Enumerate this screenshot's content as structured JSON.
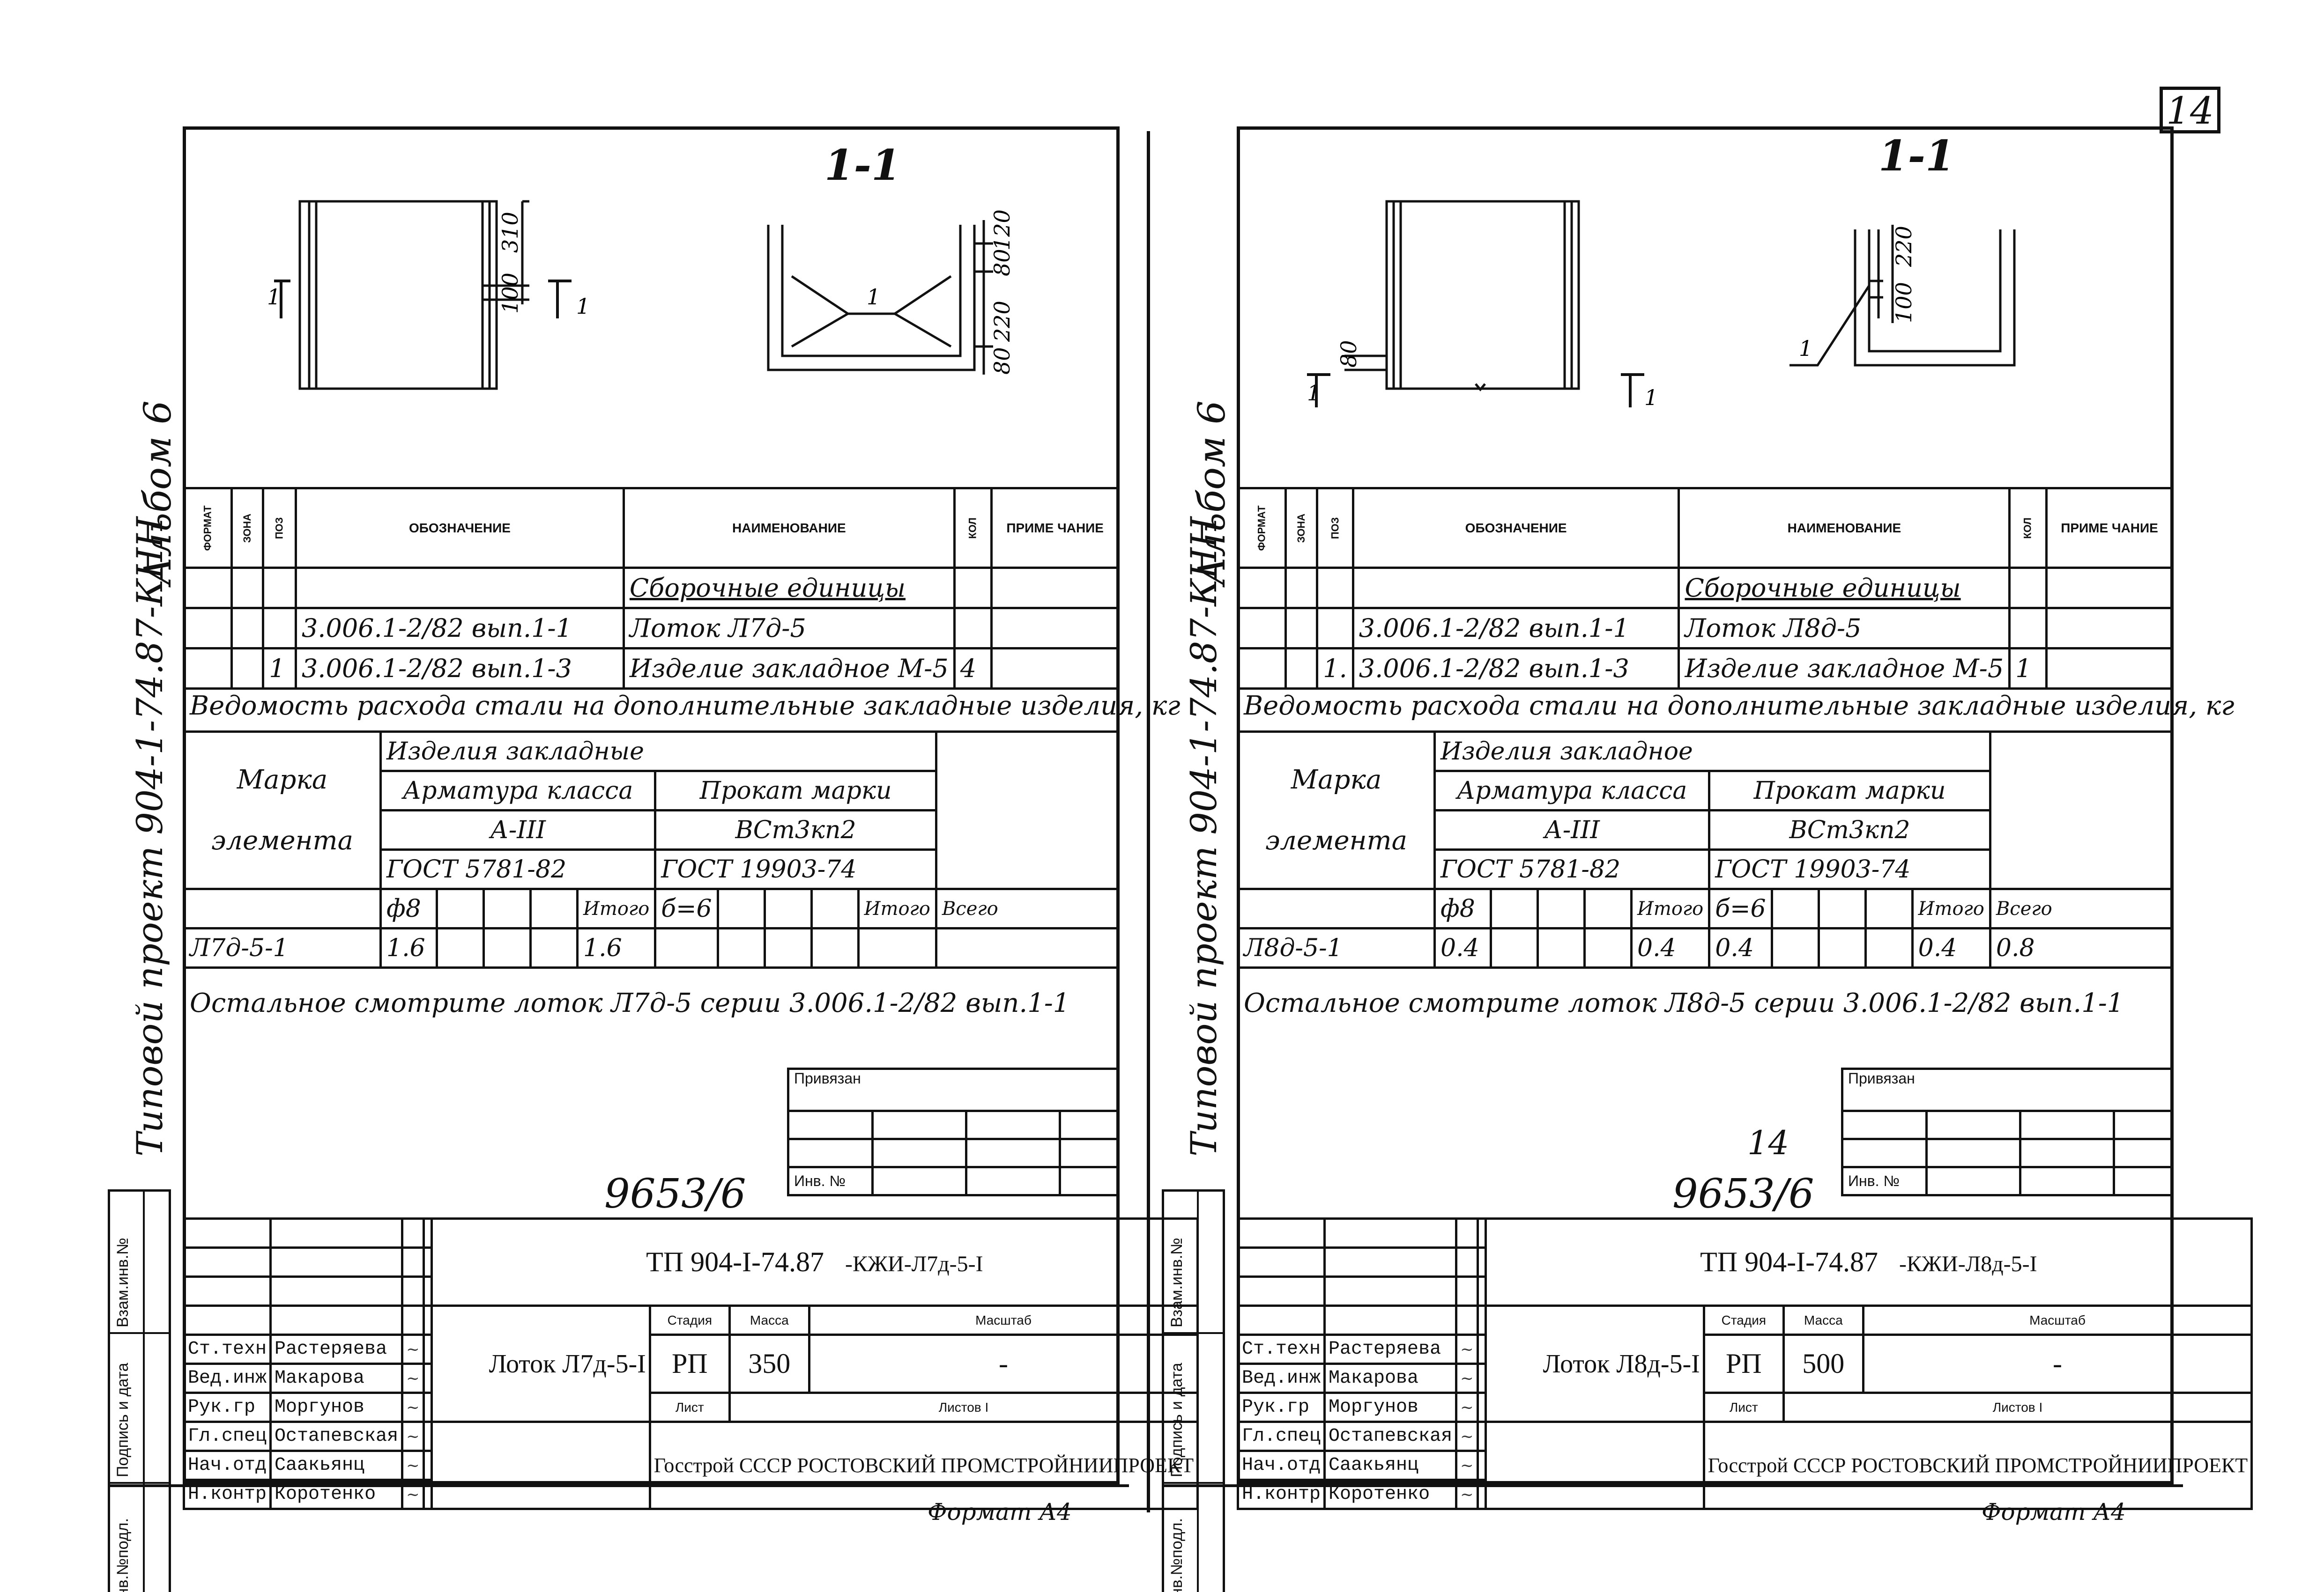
{
  "page_number": "14",
  "sheets": [
    {
      "album": "Альбом 6",
      "project": "Типовой проект 904-1-74.87-КНН",
      "section_label": "1-1",
      "dims": {
        "d1": "310",
        "d2": "100",
        "d3": "80",
        "d4": "120",
        "d5": "220",
        "d6": "80",
        "leader": "1",
        "cut_left": "1",
        "cut_right": "1"
      },
      "spec": {
        "headers": {
          "format": "ФОРМАТ",
          "zone": "ЗОНА",
          "pos": "ПОЗ",
          "designation": "ОБОЗНАЧЕНИЕ",
          "name": "НАИМЕНОВАНИЕ",
          "qty": "КОЛ",
          "note": "ПРИМЕ ЧАНИЕ"
        },
        "rows": [
          {
            "pos": "",
            "designation": "",
            "name": "Сборочные единицы",
            "qty": ""
          },
          {
            "pos": "",
            "designation": "3.006.1-2/82 вып.1-1",
            "name": "Лоток Л7д-5",
            "qty": ""
          },
          {
            "pos": "1",
            "designation": "3.006.1-2/82 вып.1-3",
            "name": "Изделие закладное М-5",
            "qty": "4"
          }
        ]
      },
      "steel": {
        "title": "Ведомость расхода стали на дополнительные закладные изделия, кг",
        "group": "Изделия закладные",
        "mark_header_1": "Марка",
        "mark_header_2": "элемента",
        "rebar_class": "Арматура класса",
        "rebar_grade": "А-III",
        "rebar_gost": "ГОСТ 5781-82",
        "rebar_dia": "ф8",
        "rolled": "Прокат марки",
        "rolled_grade": "ВСт3кп2",
        "rolled_gost": "ГОСТ 19903-74",
        "rolled_thk": "б=6",
        "subtotal": "Итого",
        "total": "Всего",
        "row": {
          "mark": "Л7д-5-1",
          "dia": "1.6",
          "rebar_total": "1.6",
          "thk": "",
          "rolled_total": "",
          "total": ""
        }
      },
      "remark": "Остальное смотрите лоток Л7д-5 серии 3.006.1-2/82 вып.1-1",
      "attached": "Привязан",
      "inv": "Инв. №",
      "archive": "9653/6",
      "archive_top": "",
      "tp": "ТП 904-I-74.87",
      "tp_suffix": "-КЖИ-Л7д-5-I",
      "product": "Лоток Л7д-5-I",
      "stage_lbl": "Стадия",
      "mass_lbl": "Масса",
      "scale_lbl": "Масштаб",
      "stage": "РП",
      "mass": "350",
      "scale": "-",
      "sheet_lbl": "Лист",
      "sheets_lbl": "Листов",
      "sheets_count": "I",
      "org": "Госстрой СССР РОСТОВСКИЙ ПРОМСТРОЙНИИПРОЕКТ",
      "people": [
        {
          "role": "Ст.техн",
          "name": "Растеряева"
        },
        {
          "role": "Вед.инж",
          "name": "Макарова"
        },
        {
          "role": "Рук.гр",
          "name": "Моргунов"
        },
        {
          "role": "Гл.спец",
          "name": "Остапевская"
        },
        {
          "role": "Нач.отд",
          "name": "Саакьянц"
        },
        {
          "role": "Н.контр",
          "name": "Коротенко"
        }
      ],
      "format": "Формат А4",
      "side_labels": {
        "a": "Инв.№подл.",
        "b": "Подпись и дата",
        "c": "Взам.инв.№"
      }
    },
    {
      "album": "Альбом 6",
      "project": "Типовой проект 904-1-74.87-КНН",
      "section_label": "1-1",
      "dims": {
        "d1": "220",
        "d2": "100",
        "d3": "80",
        "d4": "",
        "d5": "",
        "d6": "",
        "leader": "1",
        "cut_left": "1",
        "cut_right": "1"
      },
      "spec": {
        "headers": {
          "format": "ФОРМАТ",
          "zone": "ЗОНА",
          "pos": "ПОЗ",
          "designation": "ОБОЗНАЧЕНИЕ",
          "name": "НАИМЕНОВАНИЕ",
          "qty": "КОЛ",
          "note": "ПРИМЕ ЧАНИЕ"
        },
        "rows": [
          {
            "pos": "",
            "designation": "",
            "name": "Сборочные единицы",
            "qty": ""
          },
          {
            "pos": "",
            "designation": "3.006.1-2/82 вып.1-1",
            "name": "Лоток Л8д-5",
            "qty": ""
          },
          {
            "pos": "1.",
            "designation": "3.006.1-2/82 вып.1-3",
            "name": "Изделие закладное М-5",
            "qty": "1"
          }
        ]
      },
      "steel": {
        "title": "Ведомость расхода стали на дополнительные закладные изделия, кг",
        "group": "Изделия закладное",
        "mark_header_1": "Марка",
        "mark_header_2": "элемента",
        "rebar_class": "Арматура класса",
        "rebar_grade": "А-III",
        "rebar_gost": "ГОСТ 5781-82",
        "rebar_dia": "ф8",
        "rolled": "Прокат марки",
        "rolled_grade": "ВСт3кп2",
        "rolled_gost": "ГОСТ 19903-74",
        "rolled_thk": "б=6",
        "subtotal": "Итого",
        "total": "Всего",
        "row": {
          "mark": "Л8д-5-1",
          "dia": "0.4",
          "rebar_total": "0.4",
          "thk": "0.4",
          "rolled_total": "0.4",
          "total": "0.8"
        }
      },
      "remark": "Остальное смотрите лоток Л8д-5 серии 3.006.1-2/82 вып.1-1",
      "attached": "Привязан",
      "inv": "Инв. №",
      "archive": "9653/6",
      "archive_top": "14",
      "tp": "ТП 904-I-74.87",
      "tp_suffix": "-КЖИ-Л8д-5-I",
      "product": "Лоток Л8д-5-I",
      "stage_lbl": "Стадия",
      "mass_lbl": "Масса",
      "scale_lbl": "Масштаб",
      "stage": "РП",
      "mass": "500",
      "scale": "-",
      "sheet_lbl": "Лист",
      "sheets_lbl": "Листов",
      "sheets_count": "I",
      "org": "Госстрой СССР РОСТОВСКИЙ ПРОМСТРОЙНИИПРОЕКТ",
      "people": [
        {
          "role": "Ст.техн",
          "name": "Растеряева"
        },
        {
          "role": "Вед.инж",
          "name": "Макарова"
        },
        {
          "role": "Рук.гр",
          "name": "Моргунов"
        },
        {
          "role": "Гл.спец",
          "name": "Остапевская"
        },
        {
          "role": "Нач.отд",
          "name": "Саакьянц"
        },
        {
          "role": "Н.контр",
          "name": "Коротенко"
        }
      ],
      "format": "Формат А4",
      "side_labels": {
        "a": "Инв.№подл.",
        "b": "Подпись и дата",
        "c": "Взам.инв.№"
      }
    }
  ]
}
